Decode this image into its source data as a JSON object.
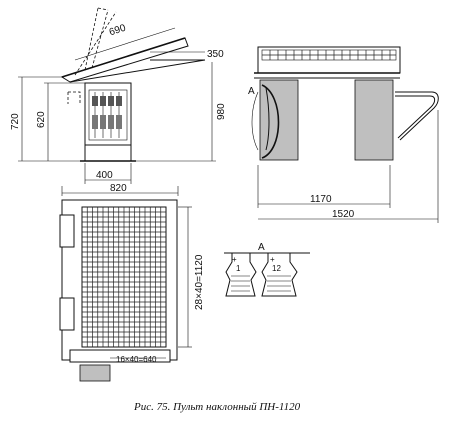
{
  "dimensions": {
    "top_690": "690",
    "top_350": "350",
    "left_720": "720",
    "left_620": "620",
    "right_980": "980",
    "w_400": "400",
    "w_820": "820",
    "w_1170": "1170",
    "w_1520": "1520",
    "grid_vertical": "28×40=1120",
    "grid_horizontal": "16×40=640"
  },
  "labels": {
    "view_a": "A",
    "detail_a": "A",
    "terminal_left": "1",
    "terminal_right": "12",
    "plus_left": "+",
    "plus_right": "+"
  },
  "caption": "Рис. 75. Пульт наклонный ПН-1120"
}
